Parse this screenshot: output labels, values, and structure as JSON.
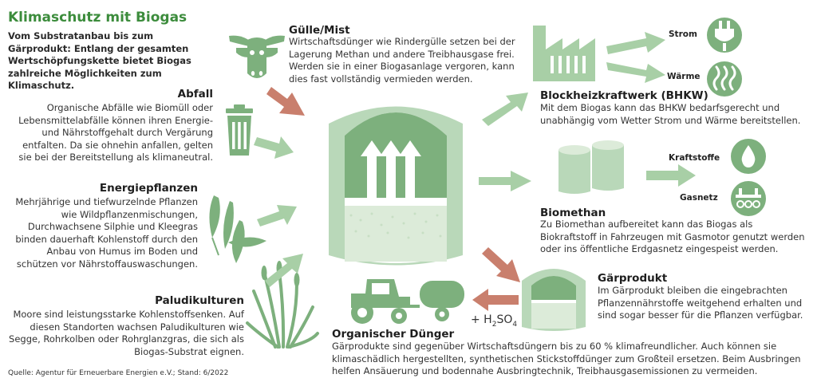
{
  "title": "Klimaschutz mit Biogas",
  "intro": "Vom Substratanbau bis zum Gärprodukt: Entlang der gesamten Wertschöpfungskette bietet Biogas zahlreiche Möglichkeiten zum Klimaschutz.",
  "sections": {
    "abfall": {
      "heading": "Abfall",
      "text": "Organische Abfälle wie Biomüll oder Lebensmittelabfälle können ihren Energie- und Nährstoffgehalt durch Vergärung entfalten. Da sie ohnehin anfallen, gelten sie bei der Bereitstellung als klimaneutral."
    },
    "energiepflanzen": {
      "heading": "Energiepflanzen",
      "text": "Mehrjährige und tiefwurzelnde Pflanzen wie Wildpflanzenmischungen, Durchwachsene Silphie und Kleegras binden dauerhaft Kohlenstoff durch den Anbau von Humus im Boden und schützen vor Nährstoffauswaschungen."
    },
    "paludikulturen": {
      "heading": "Paludikulturen",
      "text": "Moore sind leistungsstarke Kohlenstoffsenken. Auf diesen Standorten wachsen Paludikulturen wie Segge, Rohrkolben oder Rohrglanzgras, die sich als Biogas-Substrat eignen."
    },
    "guelle": {
      "heading": "Gülle/Mist",
      "text": "Wirtschaftsdünger wie Rindergülle setzen bei der Lagerung Methan und andere Treibhausgase frei. Werden sie in einer Biogasanlage vergoren, kann dies fast vollständig vermieden werden."
    },
    "bhkw": {
      "heading": "Blockheizkraftwerk (BHKW)",
      "text": "Mit dem Biogas kann das BHKW bedarfsgerecht und unabhängig vom Wetter Strom und Wärme bereitstellen.",
      "outputs": [
        "Strom",
        "Wärme"
      ]
    },
    "biomethan": {
      "heading": "Biomethan",
      "text": "Zu Biomethan aufbereitet kann das Biogas als Biokraftstoff in Fahrzeugen mit Gasmotor genutzt werden oder ins öffentliche Erdgasnetz eingespeist werden.",
      "outputs": [
        "Kraftstoffe",
        "Gasnetz"
      ]
    },
    "gaerprodukt": {
      "heading": "Gärprodukt",
      "text": "Im Gärprodukt bleiben die eingebrachten Pflanzennährstoffe weitgehend erhalten und sind sogar besser für die Pflanzen verfügbar."
    },
    "duenger": {
      "heading": "Organischer Dünger",
      "text": "Gärprodukte sind gegenüber Wirtschaftsdüngern bis zu 60 % klimafreundlicher. Auch können sie klimaschädlich hergestellten, synthetischen Stickstoffdünger zum Großteil ersetzen. Beim Ausbringen helfen Ansäuerung und bodennahe Ausbringtechnik, Treibhausgasemissionen zu vermeiden."
    }
  },
  "chem_label": {
    "prefix": "+ H",
    "sub1": "2",
    "mid": "SO",
    "sub2": "4"
  },
  "source": "Quelle: Agentur für Erneuerbare Energien e.V.; Stand: 6/2022",
  "colors": {
    "green_dark": "#3c8c3c",
    "green_mid": "#7db07d",
    "green_light": "#b9d8b9",
    "green_pale": "#dcebd9",
    "arrow_green": "#a8cfa6",
    "arrow_red": "#c97f6d"
  }
}
